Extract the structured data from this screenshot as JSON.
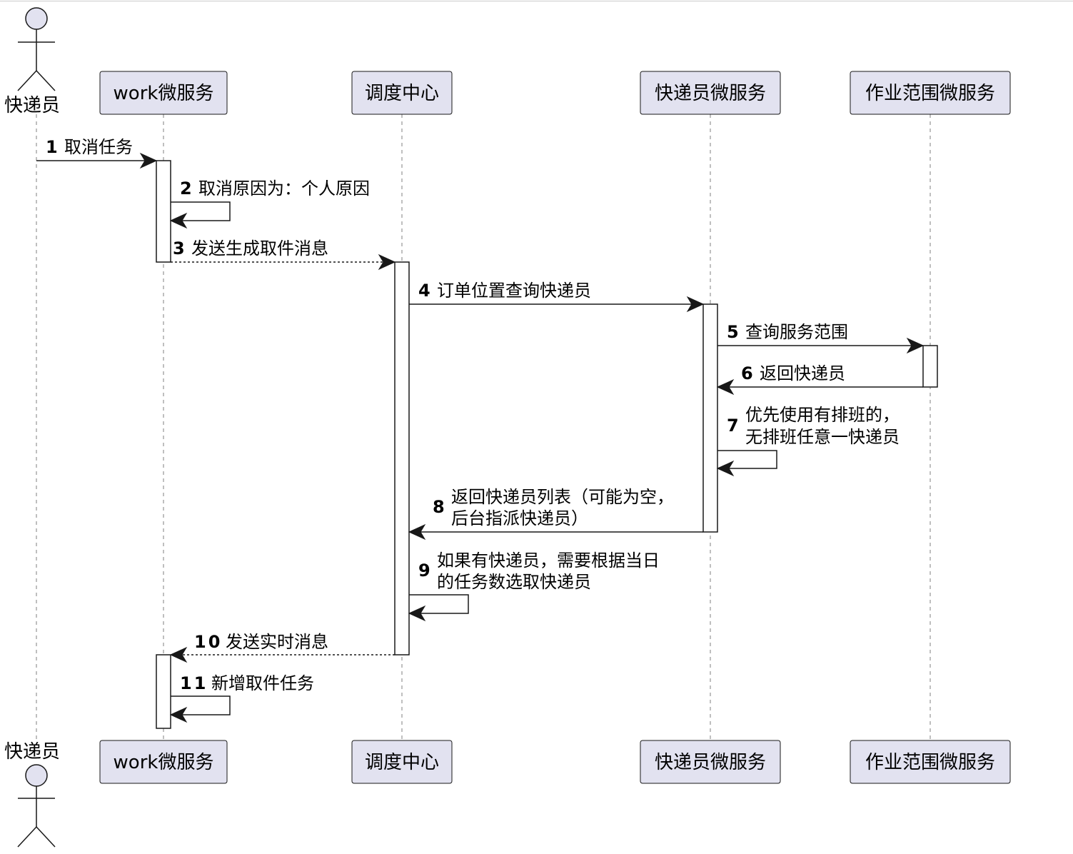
{
  "participants": [
    {
      "id": "p0",
      "label": "快递员",
      "kind": "actor"
    },
    {
      "id": "p1",
      "label": "work微服务",
      "kind": "participant"
    },
    {
      "id": "p2",
      "label": "调度中心",
      "kind": "participant"
    },
    {
      "id": "p3",
      "label": "快递员微服务",
      "kind": "participant"
    },
    {
      "id": "p4",
      "label": "作业范围微服务",
      "kind": "participant"
    }
  ],
  "messages": [
    {
      "num": "1",
      "lines": [
        "取消任务"
      ],
      "from": "p0",
      "to": "p1",
      "style": "solid"
    },
    {
      "num": "2",
      "lines": [
        "取消原因为：个人原因"
      ],
      "from": "p1",
      "to": "p1",
      "style": "solid"
    },
    {
      "num": "3",
      "lines": [
        "发送生成取件消息"
      ],
      "from": "p1",
      "to": "p2",
      "style": "dashed"
    },
    {
      "num": "4",
      "lines": [
        "订单位置查询快递员"
      ],
      "from": "p2",
      "to": "p3",
      "style": "solid"
    },
    {
      "num": "5",
      "lines": [
        "查询服务范围"
      ],
      "from": "p3",
      "to": "p4",
      "style": "solid"
    },
    {
      "num": "6",
      "lines": [
        "返回快递员"
      ],
      "from": "p4",
      "to": "p3",
      "style": "solid"
    },
    {
      "num": "7",
      "lines": [
        "优先使用有排班的，",
        "无排班任意一快递员"
      ],
      "from": "p3",
      "to": "p3",
      "style": "solid"
    },
    {
      "num": "8",
      "lines": [
        "返回快递员列表（可能为空，",
        "后台指派快递员）"
      ],
      "from": "p3",
      "to": "p2",
      "style": "solid"
    },
    {
      "num": "9",
      "lines": [
        "如果有快递员，需要根据当日",
        "的任务数选取快递员"
      ],
      "from": "p2",
      "to": "p2",
      "style": "solid"
    },
    {
      "num": "10",
      "lines": [
        "发送实时消息"
      ],
      "from": "p2",
      "to": "p1",
      "style": "dashed"
    },
    {
      "num": "11",
      "lines": [
        "新增取件任务"
      ],
      "from": "p1",
      "to": "p1",
      "style": "solid"
    }
  ]
}
